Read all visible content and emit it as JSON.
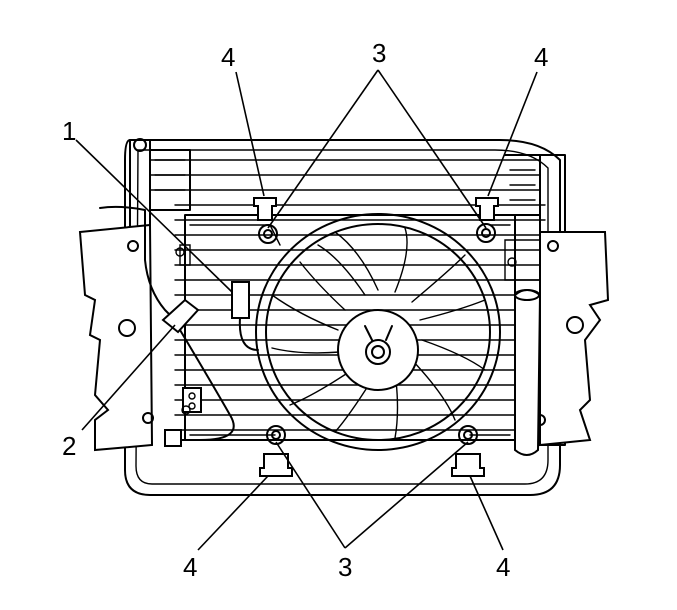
{
  "callouts": {
    "c1": "1",
    "c2": "2",
    "c3_top": "3",
    "c3_bottom": "3",
    "c4_top_left": "4",
    "c4_top_right": "4",
    "c4_bottom_left": "4",
    "c4_bottom_right": "4"
  }
}
